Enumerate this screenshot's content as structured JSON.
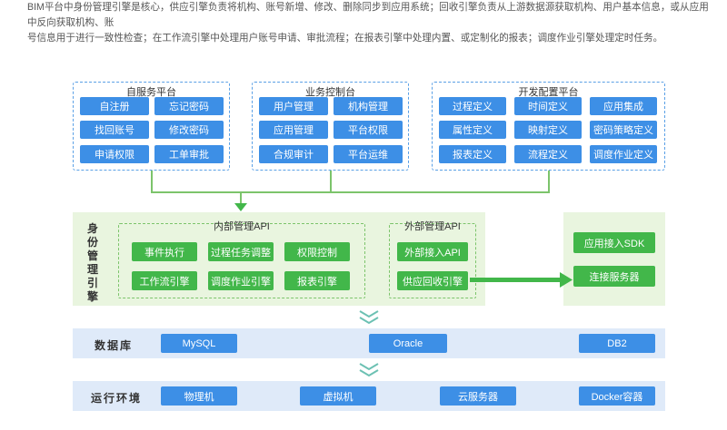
{
  "intro": {
    "line1": "BIM平台中身份管理引擎是核心，供应引擎负责将机构、账号新增、修改、删除同步到应用系统；回收引擎负责从上游数据源获取机构、用户基本信息，或从应用中反向获取机构、账",
    "line2": "号信息用于进行一致性检查；在工作流引擎中处理用户账号申请、审批流程；在报表引擎中处理内置、或定制化的报表；调度作业引擎处理定时任务。"
  },
  "self_service": {
    "title": "自服务平台",
    "items": [
      "自注册",
      "忘记密码",
      "找回账号",
      "修改密码",
      "申请权限",
      "工单审批"
    ]
  },
  "business_console": {
    "title": "业务控制台",
    "items": [
      "用户管理",
      "机构管理",
      "应用管理",
      "平台权限",
      "合规审计",
      "平台运维"
    ]
  },
  "dev_config": {
    "title": "开发配置平台",
    "items": [
      "过程定义",
      "时间定义",
      "应用集成",
      "属性定义",
      "映射定义",
      "密码策略定义",
      "报表定义",
      "流程定义",
      "调度作业定义"
    ]
  },
  "engine": {
    "label": [
      "身",
      "份",
      "管",
      "理",
      "引",
      "擎"
    ],
    "internal": {
      "title": "内部管理API",
      "items": [
        "事件执行",
        "过程任务调整",
        "权限控制",
        "工作流引擎",
        "调度作业引擎",
        "报表引擎"
      ]
    },
    "external": {
      "title": "外部管理API",
      "items": [
        "外部接入API",
        "供应回收引擎"
      ]
    },
    "side": {
      "items": [
        "应用接入SDK",
        "连接服务器"
      ]
    }
  },
  "database": {
    "label": "数据库",
    "items": [
      "MySQL",
      "Oracle",
      "DB2"
    ]
  },
  "runtime": {
    "label": "运行环境",
    "items": [
      "物理机",
      "虚拟机",
      "云服务器",
      "Docker容器"
    ]
  },
  "colors": {
    "blue": "#3d8fe6",
    "green": "#42b74a",
    "green_bg": "#e9f5df",
    "band_bg": "#dfeaf9"
  }
}
